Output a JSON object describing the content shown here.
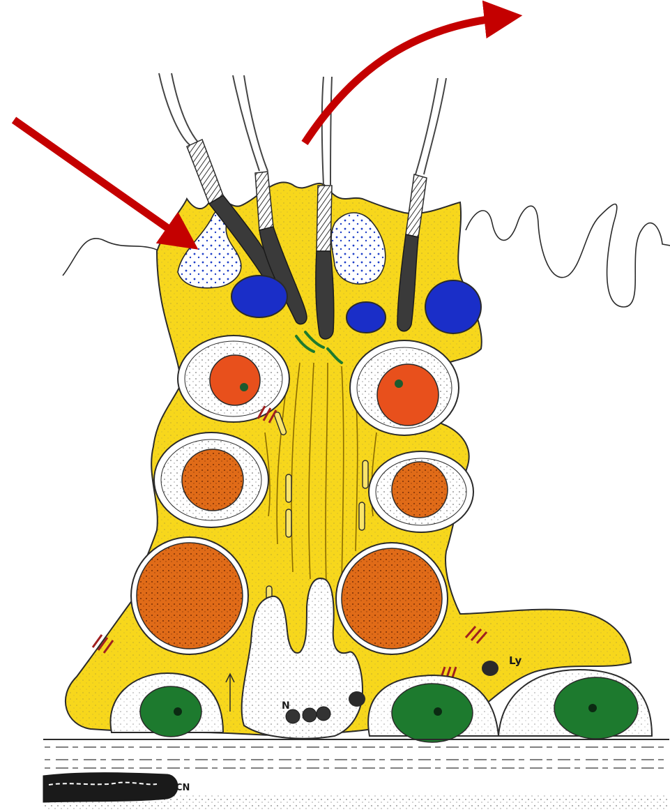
{
  "figure": {
    "labels": {
      "nucleus": "N",
      "lymphocyte": "Ly",
      "capillary": "CN"
    }
  },
  "colors": {
    "cytoplasm": "#f7d71c",
    "cytoplasm_dark": "#e0b800",
    "arrow": "#c40000",
    "outline": "#2a2a2a",
    "hair": "#444444",
    "blue_nucleus": "#1a2ec8",
    "orange_small": "#e8501c",
    "orange_large": "#e06b18",
    "green_nucleus": "#1d7a2e",
    "vesicle_blue": "#1f3fc8",
    "white_cell": "#ffffff"
  }
}
